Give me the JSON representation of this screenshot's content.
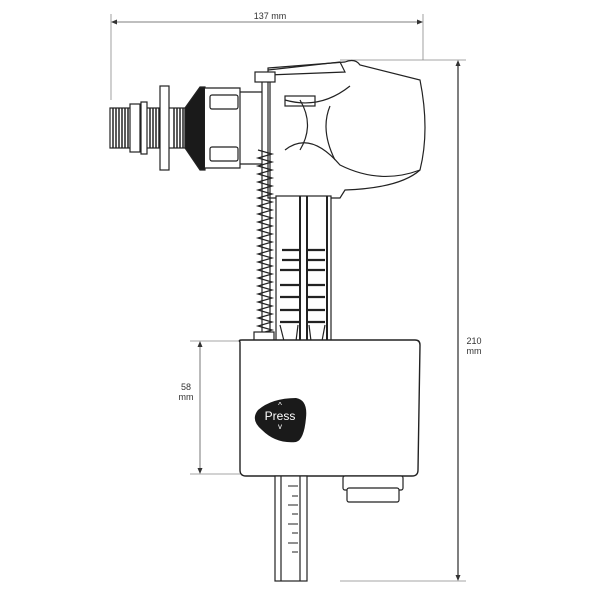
{
  "diagram": {
    "subject": "side-entry float valve",
    "dimensions": {
      "width": {
        "value": "137",
        "unit": "mm",
        "label": "137 mm"
      },
      "height": {
        "value": "210",
        "unit": "mm",
        "line1": "210",
        "line2": "mm"
      },
      "body_height": {
        "value": "58",
        "unit": "mm",
        "line1": "58",
        "line2": "mm"
      }
    },
    "button": {
      "label": "Press",
      "up_symbol": "^",
      "down_symbol": "v"
    },
    "colors": {
      "line": "#222222",
      "dim_line": "#555555",
      "button_fill": "#1a1a1a",
      "background": "#ffffff"
    }
  }
}
